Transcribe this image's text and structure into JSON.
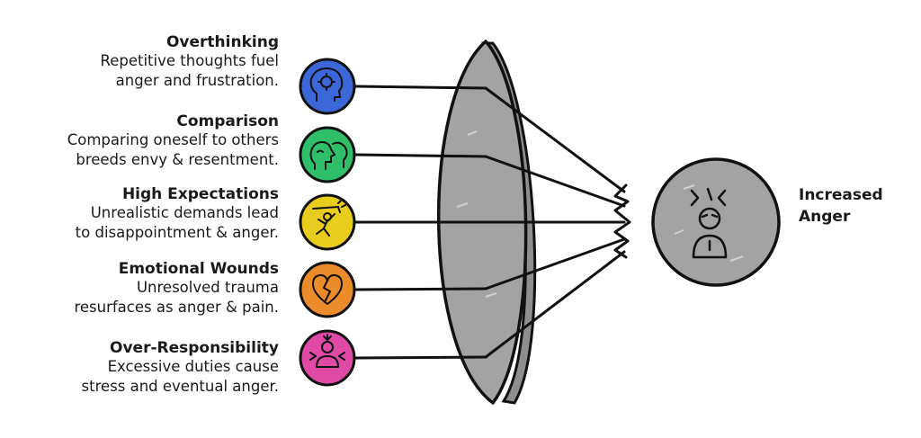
{
  "factors": [
    {
      "title": "Overthinking",
      "desc1": "Repetitive thoughts fuel",
      "desc2": "anger and frustration.",
      "color": "#3b67d8",
      "icon": "brain-gear-icon"
    },
    {
      "title": "Comparison",
      "desc1": "Comparing oneself to others",
      "desc2": "breeds envy & resentment.",
      "color": "#2fbe6a",
      "icon": "two-heads-icon"
    },
    {
      "title": "High Expectations",
      "desc1": "Unrealistic demands lead",
      "desc2": "to disappointment & anger.",
      "color": "#e8cd1c",
      "icon": "climbing-person-icon"
    },
    {
      "title": "Emotional Wounds",
      "desc1": "Unresolved trauma",
      "desc2": "resurfaces as anger & pain.",
      "color": "#ec8b2a",
      "icon": "broken-heart-icon"
    },
    {
      "title": "Over-Responsibility",
      "desc1": "Excessive duties cause",
      "desc2": "stress and eventual anger.",
      "color": "#e04aa6",
      "icon": "pressured-person-icon"
    }
  ],
  "outcome": {
    "line1": "Increased",
    "line2": "Anger",
    "icon": "angry-person-icon"
  }
}
